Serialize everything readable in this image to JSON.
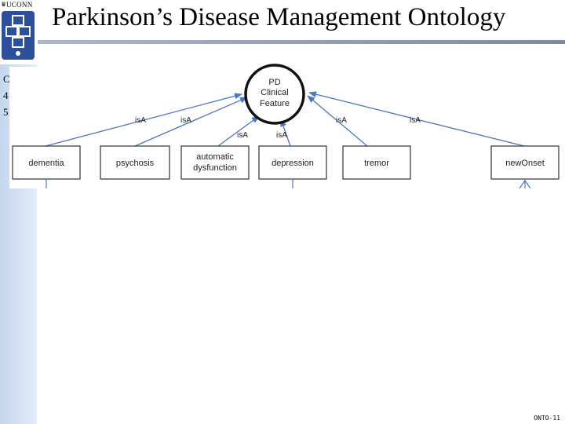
{
  "slide": {
    "title": "Parkinson’s Disease Management Ontology",
    "footer": "ONTO-11",
    "logo_text": "UCONN",
    "edge_glyphs": [
      "C",
      "4",
      "5"
    ]
  },
  "diagram": {
    "root": {
      "lines": [
        "PD",
        "Clinical",
        "Feature"
      ]
    },
    "children": [
      {
        "id": "dementia",
        "lines": [
          "dementia"
        ]
      },
      {
        "id": "psychosis",
        "lines": [
          "psychosis"
        ]
      },
      {
        "id": "automatic-dysfunction",
        "lines": [
          "automatic",
          "dysfunction"
        ]
      },
      {
        "id": "depression",
        "lines": [
          "depression"
        ]
      },
      {
        "id": "tremor",
        "lines": [
          "tremor"
        ]
      },
      {
        "id": "newonset",
        "lines": [
          "newOnset"
        ]
      }
    ],
    "edges": [
      {
        "from": "dementia",
        "label": "isA"
      },
      {
        "from": "psychosis",
        "label": "isA"
      },
      {
        "from": "automatic-dysfunction",
        "label": "isA"
      },
      {
        "from": "depression",
        "label": "isA"
      },
      {
        "from": "tremor",
        "label": "isA"
      },
      {
        "from": "newonset",
        "label": "isA"
      }
    ]
  }
}
